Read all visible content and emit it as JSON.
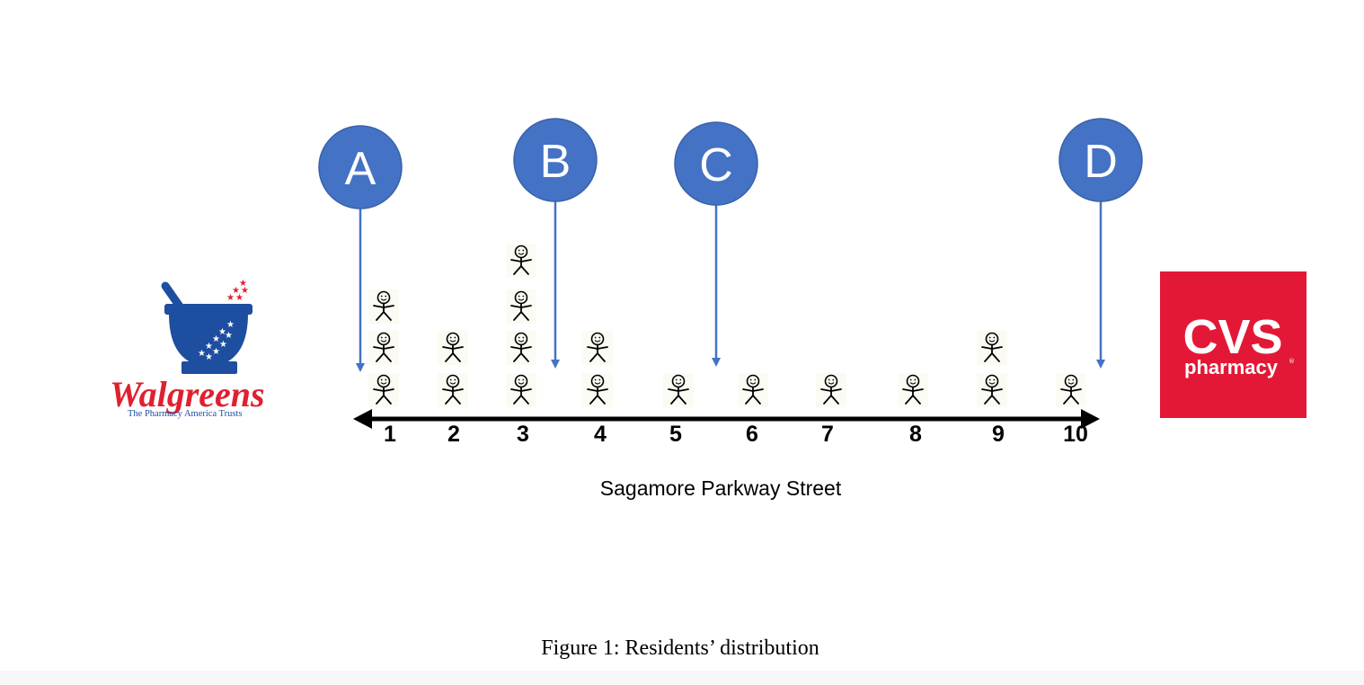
{
  "positions": [
    {
      "label": "1",
      "residents": 3
    },
    {
      "label": "2",
      "residents": 2
    },
    {
      "label": "3",
      "residents": 4
    },
    {
      "label": "4",
      "residents": 2
    },
    {
      "label": "5",
      "residents": 1
    },
    {
      "label": "6",
      "residents": 1
    },
    {
      "label": "7",
      "residents": 1
    },
    {
      "label": "8",
      "residents": 1
    },
    {
      "label": "9",
      "residents": 2
    },
    {
      "label": "10",
      "residents": 1
    }
  ],
  "markers": [
    {
      "label": "A",
      "between": "at 1"
    },
    {
      "label": "B",
      "between": "3-4"
    },
    {
      "label": "C",
      "between": "5-6"
    },
    {
      "label": "D",
      "between": "at 10"
    }
  ],
  "street_label": "Sagamore Parkway Street",
  "caption": "Figure 1:  Residents’ distribution",
  "walgreens": {
    "name": "Walgreens",
    "tagline": "The Pharmacy America Trusts"
  },
  "cvs": {
    "name": "CVS",
    "sub": "pharmacy"
  },
  "colors": {
    "marker": "#4472c4",
    "cvs_red": "#e31837",
    "walgreens_red": "#e0202f",
    "walgreens_blue": "#1d4ea0"
  }
}
